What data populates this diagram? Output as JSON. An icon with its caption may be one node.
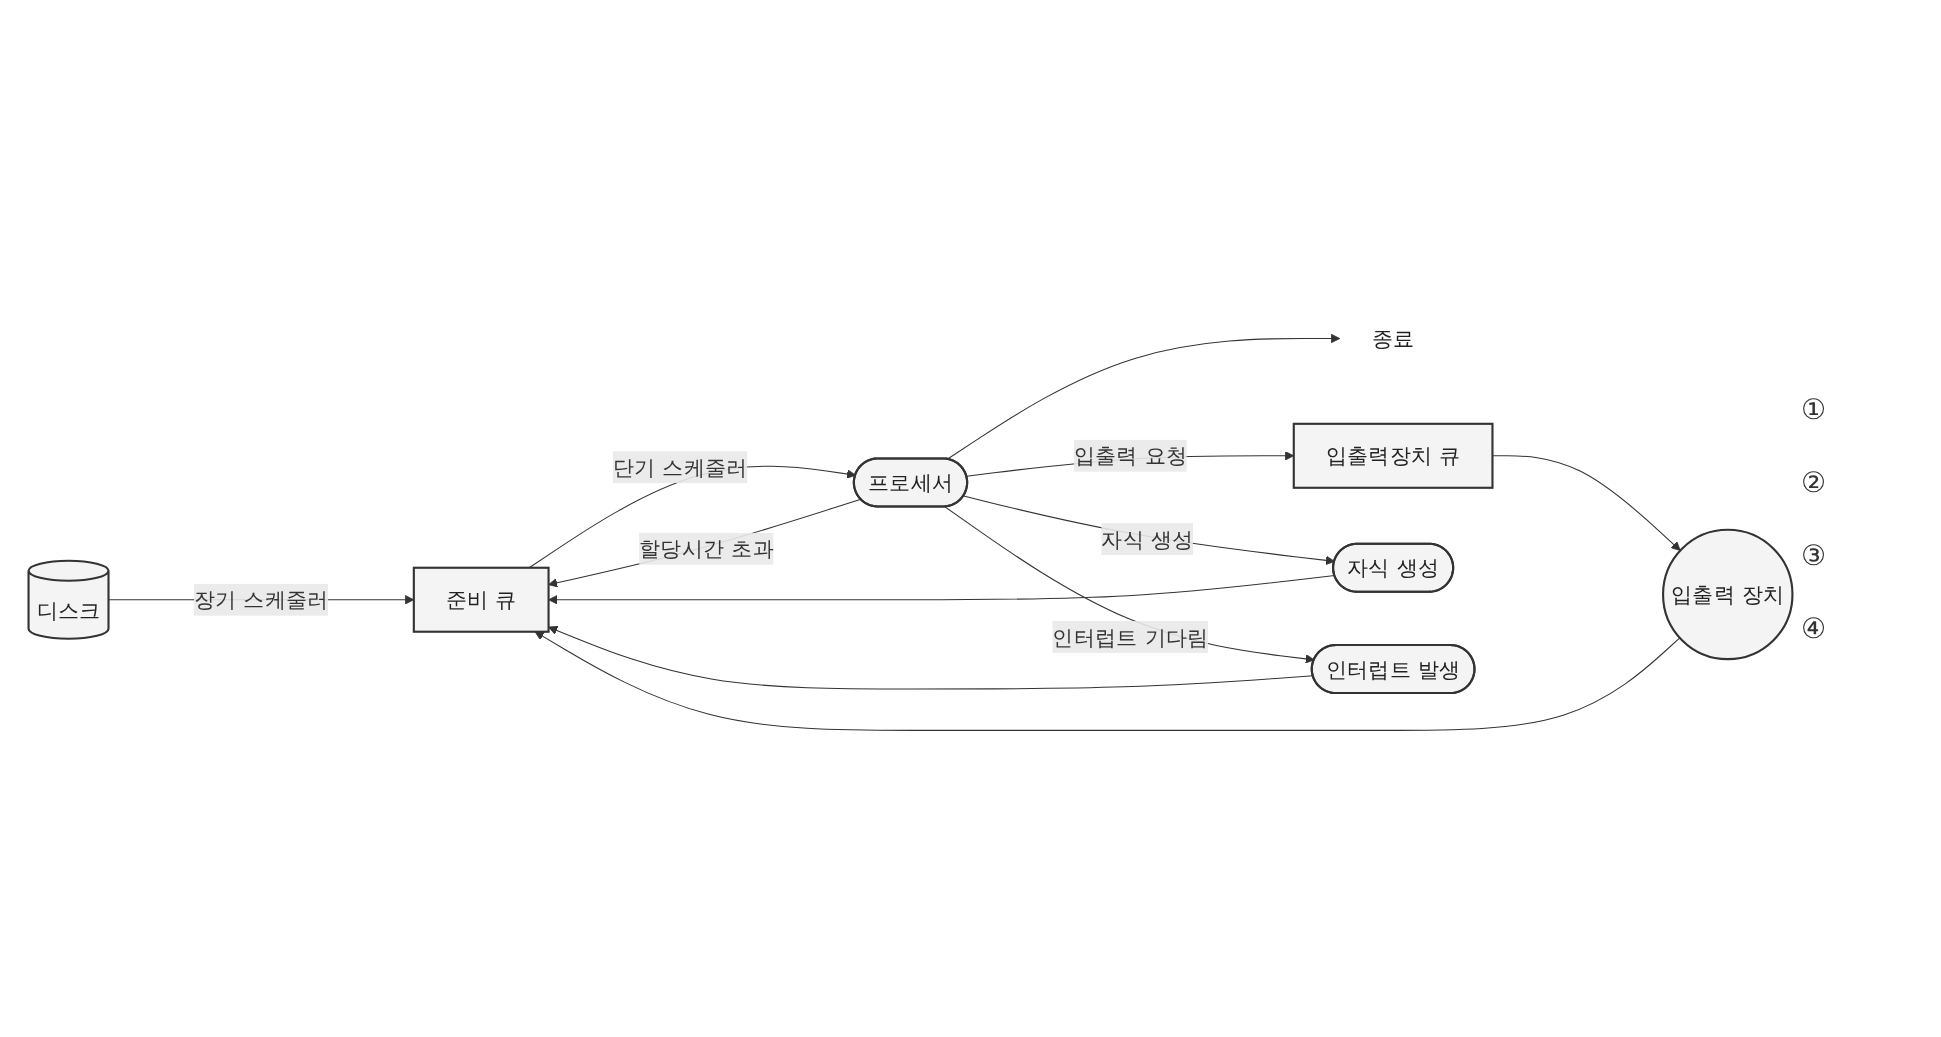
{
  "diagram": {
    "nodes": [
      {
        "text": [
          "디스크"
        ]
      },
      {
        "text": [
          "준비 큐"
        ]
      },
      {
        "text": [
          "프로세서"
        ]
      },
      {
        "text": [
          "종료"
        ]
      },
      {
        "text": [
          "입출력장치 큐"
        ]
      },
      {
        "text": [
          "입출력 장치"
        ]
      },
      {
        "text": [
          "자식 생성"
        ]
      },
      {
        "text": [
          "인터럽트 발생"
        ]
      }
    ],
    "edges": [
      {
        "from": 0,
        "to": 1,
        "arrow": "to",
        "label": "장기 스케줄러"
      },
      {
        "from": 1,
        "to": 2,
        "arrow": "to",
        "label": "단기 스케줄러"
      },
      {
        "from": 2,
        "to": 3,
        "arrow": "to"
      },
      {
        "from": 2,
        "to": 4,
        "arrow": "to",
        "label": "입출력 요청"
      },
      {
        "from": 4,
        "to": 5,
        "arrow": "to"
      },
      {
        "from": 5,
        "to": 1,
        "arrow": "to"
      },
      {
        "from": 2,
        "to": 1,
        "arrow": "to",
        "label": "할당시간 초과"
      },
      {
        "from": 2,
        "to": 6,
        "arrow": "to",
        "label": "자식 생성"
      },
      {
        "from": 6,
        "to": 1,
        "arrow": "to"
      },
      {
        "from": 2,
        "to": 7,
        "arrow": "to",
        "label": "인터럽트 기다림"
      },
      {
        "from": 7,
        "to": 1,
        "arrow": "to"
      }
    ],
    "labels": [
      "①",
      "②",
      "③",
      "④"
    ]
  }
}
